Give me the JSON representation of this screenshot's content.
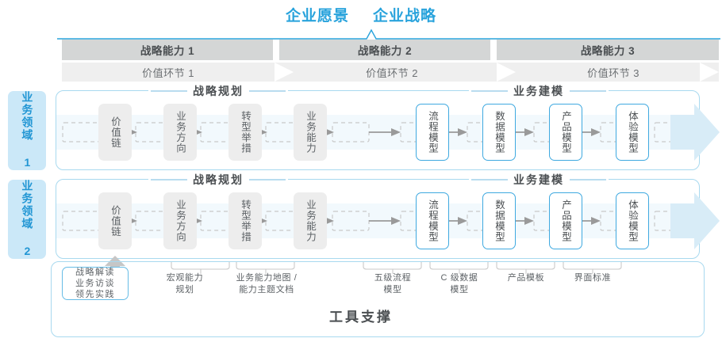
{
  "top": {
    "titles": [
      "企业愿景",
      "企业战略"
    ],
    "accent": "#29a3dc"
  },
  "capabilities": [
    {
      "label": "战略能力 1"
    },
    {
      "label": "战略能力 2"
    },
    {
      "label": "战略能力 3"
    }
  ],
  "value_links": [
    {
      "label": "价值环节 1"
    },
    {
      "label": "价值环节 2"
    },
    {
      "label": "价值环节 3"
    }
  ],
  "domains": [
    {
      "label": "业务领域 1"
    },
    {
      "label": "业务领域 2"
    }
  ],
  "sections": {
    "planning": "战略规划",
    "modeling": "业务建模"
  },
  "rows": [
    {
      "steps": [
        {
          "label": "价值链",
          "style": "gray"
        },
        {
          "label": "业务方向",
          "style": "gray"
        },
        {
          "label": "转型举措",
          "style": "gray"
        },
        {
          "label": "业务能力",
          "style": "gray"
        },
        {
          "label": "流程模型",
          "style": "blue"
        },
        {
          "label": "数据模型",
          "style": "blue"
        },
        {
          "label": "产品模型",
          "style": "blue"
        },
        {
          "label": "体验模型",
          "style": "blue"
        }
      ]
    },
    {
      "steps": [
        {
          "label": "价值链",
          "style": "gray"
        },
        {
          "label": "业务方向",
          "style": "gray"
        },
        {
          "label": "转型举措",
          "style": "gray"
        },
        {
          "label": "业务能力",
          "style": "gray"
        },
        {
          "label": "流程模型",
          "style": "blue"
        },
        {
          "label": "数据模型",
          "style": "blue"
        },
        {
          "label": "产品模型",
          "style": "blue"
        },
        {
          "label": "体验模型",
          "style": "blue"
        }
      ]
    }
  ],
  "tools": {
    "first_box": [
      "战略解读",
      "业务访谈",
      "领先实践"
    ],
    "labels": [
      {
        "lines": [
          "宏观能力",
          "规划"
        ]
      },
      {
        "lines": [
          "业务能力地图 /",
          "能力主题文档"
        ]
      },
      {
        "lines": [
          "五级流程",
          "模型"
        ]
      },
      {
        "lines": [
          "C 级数据",
          "模型"
        ]
      },
      {
        "lines": [
          "产品模板"
        ]
      },
      {
        "lines": [
          "界面标准"
        ]
      }
    ],
    "support_label": "工具支撑"
  },
  "colors": {
    "accent_blue": "#29a3dc",
    "chip_bg": "#cbe8f8",
    "gray_header": "#d4d6d6",
    "band": "#f2f9fd",
    "step_gray": "#ededed",
    "step_blue_border": "#3fa9e0"
  }
}
